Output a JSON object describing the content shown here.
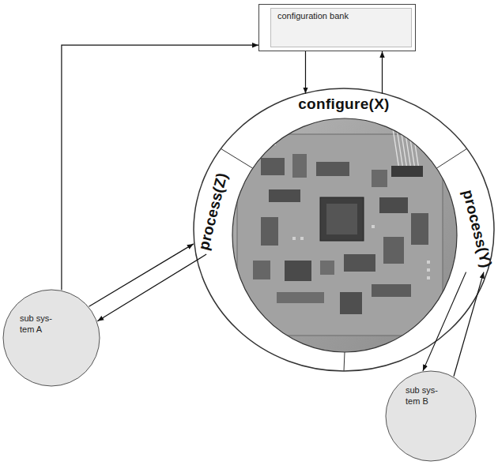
{
  "diagram": {
    "nodes": [
      {
        "text": [
          "configuration bank"
        ]
      },
      {
        "text": [
          "configure(X)"
        ]
      },
      {
        "text": [
          "process(Z)"
        ]
      },
      {
        "text": [
          "process(Y)"
        ]
      },
      {
        "text": [
          "sub sys- tem A"
        ]
      },
      {
        "text": [
          "sub sys- tem B"
        ]
      }
    ],
    "edges": [
      {
        "from": 4,
        "to": 0,
        "arrow": "to"
      },
      {
        "from": 0,
        "to": 1,
        "arrow": "to"
      },
      {
        "from": 1,
        "to": 0,
        "arrow": "to"
      },
      {
        "from": 4,
        "to": 2,
        "arrow": "to"
      },
      {
        "from": 2,
        "to": 4,
        "arrow": "to"
      },
      {
        "from": 5,
        "to": 3,
        "arrow": "to"
      },
      {
        "from": 3,
        "to": 5,
        "arrow": "to"
      }
    ]
  }
}
